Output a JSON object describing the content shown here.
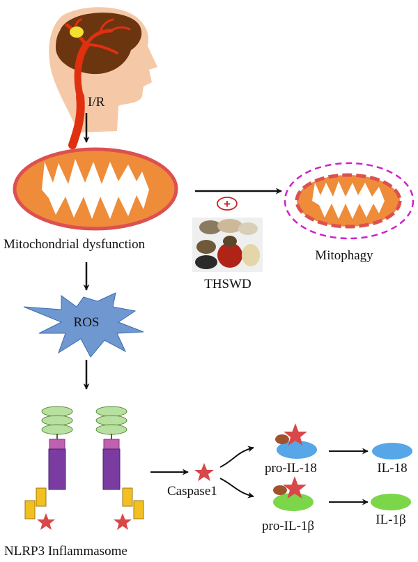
{
  "labels": {
    "ir": "I/R",
    "mito_dysfunction": "Mitochondrial dysfunction",
    "promote": "+",
    "thswd": "THSWD",
    "mitophagy": "Mitophagy",
    "ros": "ROS",
    "nlrp3": "NLRP3 Inflammasome",
    "caspase": "Caspase1",
    "pro_il18": "pro-IL-18",
    "il18": "IL-18",
    "pro_il1b": "pro-IL-1β",
    "il1b": "IL-1β"
  },
  "colors": {
    "mito_fill": "#EE8C3A",
    "mito_border": "#DD5050",
    "mitophagy_ring": "#CC22CC",
    "ros_fill": "#6F97D0",
    "nlrp3_pyd": "#B8E0A0",
    "nlrp3_nacht": "#7A3CA0",
    "nlrp3_link": "#C060B0",
    "nlrp3_lrr": "#F2C020",
    "star": "#D84848",
    "il18": "#56A6E8",
    "il1b": "#7CD64A",
    "prodomain": "#A0522D",
    "vessel": "#E03010",
    "brain": "#6B3510",
    "head": "#F5C9A8"
  }
}
